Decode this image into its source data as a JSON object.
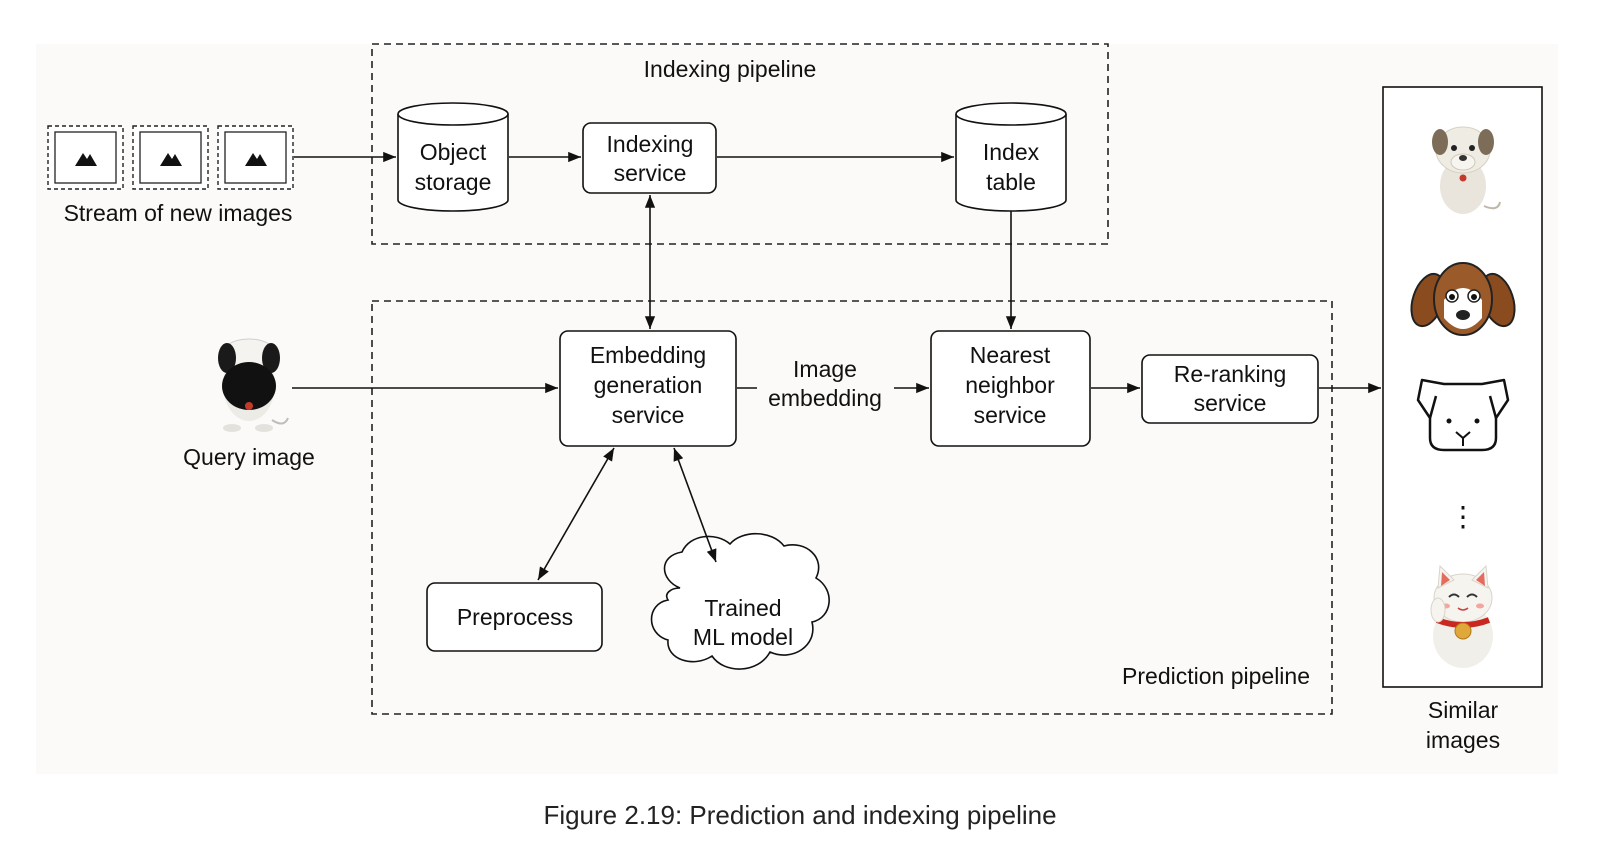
{
  "figure": {
    "caption": "Figure 2.19: Prediction and indexing pipeline"
  },
  "indexing_pipeline": {
    "title": "Indexing pipeline",
    "stream_label": "Stream of new images",
    "object_storage": [
      "Object",
      "storage"
    ],
    "indexing_service": [
      "Indexing",
      "service"
    ],
    "index_table": [
      "Index",
      "table"
    ]
  },
  "prediction_pipeline": {
    "title": "Prediction pipeline",
    "query_label": "Query image",
    "embedding_service": [
      "Embedding",
      "generation",
      "service"
    ],
    "image_embedding": [
      "Image",
      "embedding"
    ],
    "nearest_neighbor": [
      "Nearest",
      "neighbor",
      "service"
    ],
    "reranking": [
      "Re-ranking",
      "service"
    ],
    "preprocess": "Preprocess",
    "ml_model": [
      "Trained",
      "ML model"
    ]
  },
  "results": {
    "ellipsis": "⋮",
    "label": [
      "Similar",
      "images"
    ],
    "icons": [
      "dog-figurine-icon",
      "brown-dog-icon",
      "dog-outline-icon",
      "lucky-cat-icon"
    ]
  }
}
